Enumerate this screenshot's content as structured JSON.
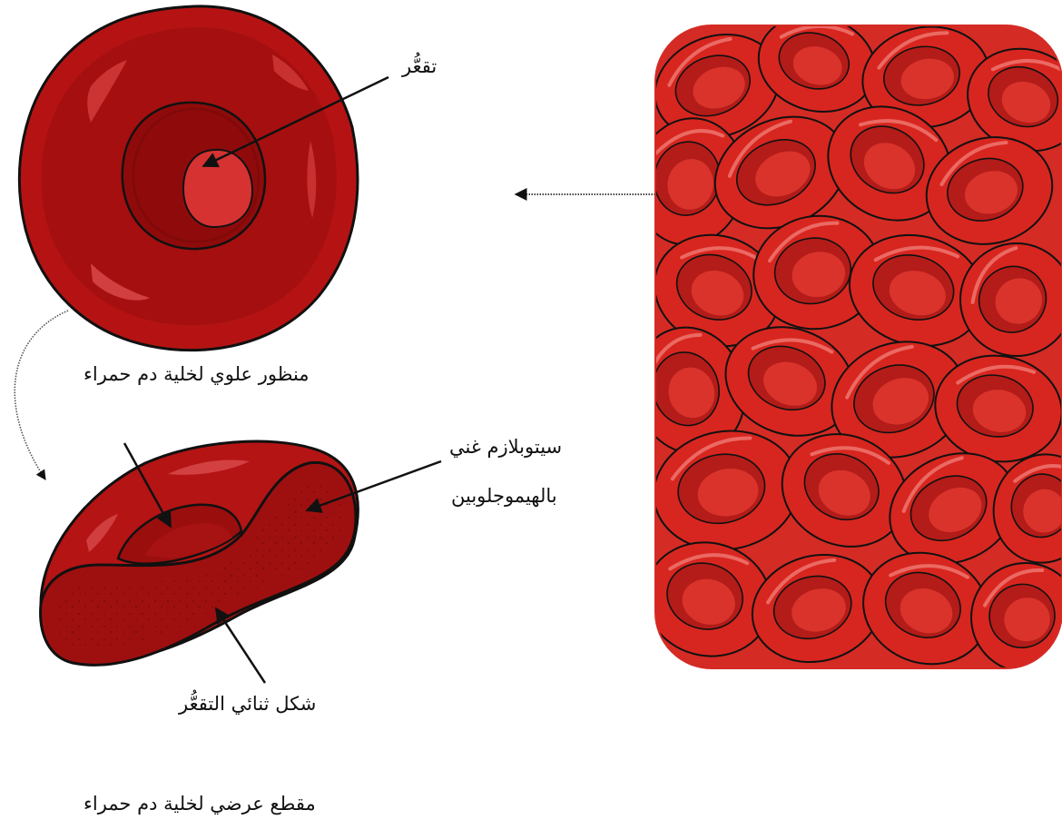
{
  "labels": {
    "concavity": "تقعُّر",
    "top_view": "منظور علوي لخلية دم حمراء",
    "cytoplasm_line1": "سيتوبلازم غني",
    "cytoplasm_line2": "بالهيموجلوبين",
    "biconcave": "شكل ثنائي التقعُّر",
    "cross_section": "مقطع عرضي لخلية دم حمراء"
  },
  "colors": {
    "cell_dark": "#8e0a0a",
    "cell_mid": "#b81414",
    "cell_bright": "#d7261f",
    "highlight": "#e9585a",
    "panel_bg": "#d42b24",
    "outline": "#111111"
  }
}
